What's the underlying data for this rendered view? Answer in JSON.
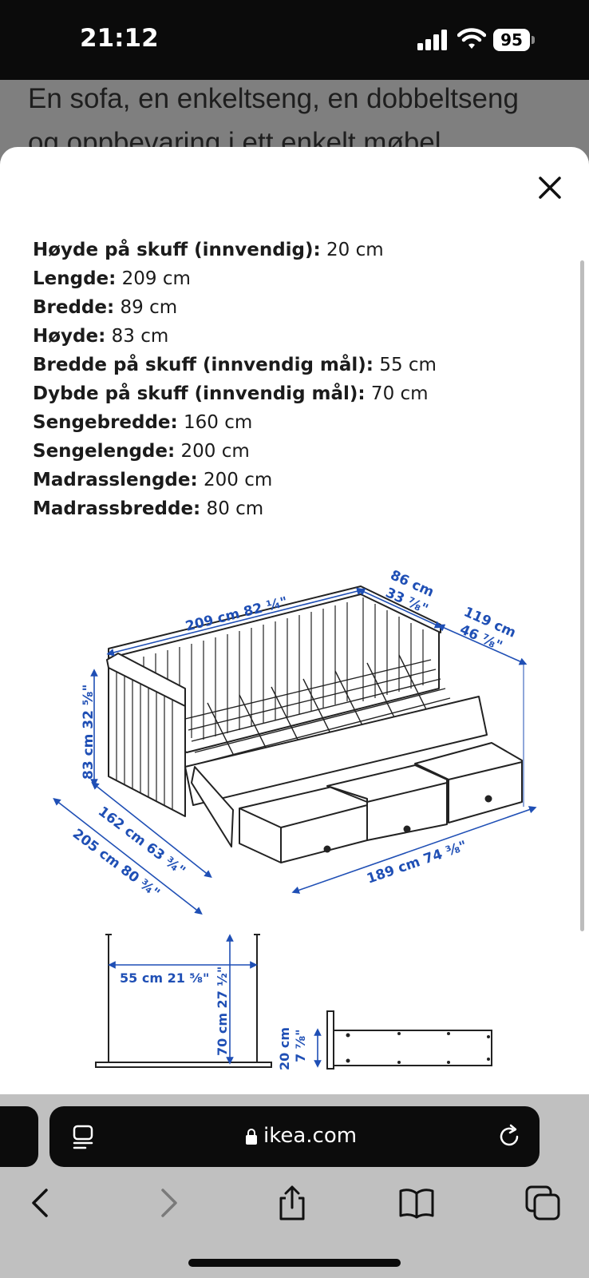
{
  "status_bar": {
    "time": "21:12",
    "battery": "95"
  },
  "background_page": {
    "line1": "En sofa, en enkeltseng, en dobbeltseng",
    "line2": "og oppbevaring i ett enkelt møbel."
  },
  "specs": [
    {
      "label": "Høyde på skuff (innvendig):",
      "value": " 20 cm"
    },
    {
      "label": "Lengde:",
      "value": " 209 cm"
    },
    {
      "label": "Bredde:",
      "value": " 89 cm"
    },
    {
      "label": "Høyde:",
      "value": " 83 cm"
    },
    {
      "label": "Bredde på skuff (innvendig mål):",
      "value": " 55 cm"
    },
    {
      "label": "Dybde på skuff (innvendig mål):",
      "value": " 70 cm"
    },
    {
      "label": "Sengebredde:",
      "value": " 160 cm"
    },
    {
      "label": "Sengelengde:",
      "value": " 200 cm"
    },
    {
      "label": "Madrasslengde:",
      "value": " 200 cm"
    },
    {
      "label": "Madrassbredde:",
      "value": " 80 cm"
    }
  ],
  "diagram": {
    "length": "209 cm 82 ¼\"",
    "depth_cm": "86 cm",
    "depth_in": "33 ⅞\"",
    "extended_cm": "119 cm",
    "extended_in": "46 ⅞\"",
    "height": "83 cm 32 ⅝\"",
    "width_162": "162 cm 63 ¾\"",
    "width_205": "205 cm 80 ¾\"",
    "drawer_run": "189 cm 74 ⅜\"",
    "drawer_width": "55 cm 21 ⅝\"",
    "drawer_depth": "70 cm 27 ½\"",
    "drawer_h_cm": "20 cm",
    "drawer_h_in": "7 ⅞\""
  },
  "browser": {
    "url": "ikea.com"
  },
  "colors": {
    "dimension_blue": "#1f4fb5",
    "sheet": "#ffffff",
    "chrome": "#c0c0c0"
  }
}
